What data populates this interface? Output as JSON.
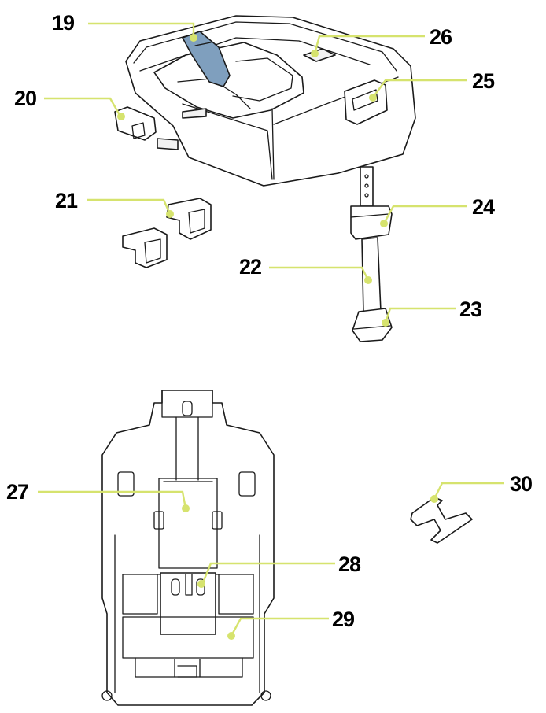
{
  "colors": {
    "leader": "#d6e36e",
    "handle": "#7f9fbe",
    "ink": "#1a1a1a"
  },
  "callouts": {
    "c19": "19",
    "c20": "20",
    "c21": "21",
    "c22": "22",
    "c23": "23",
    "c24": "24",
    "c25": "25",
    "c26": "26",
    "c27": "27",
    "c28": "28",
    "c29": "29",
    "c30": "30"
  }
}
